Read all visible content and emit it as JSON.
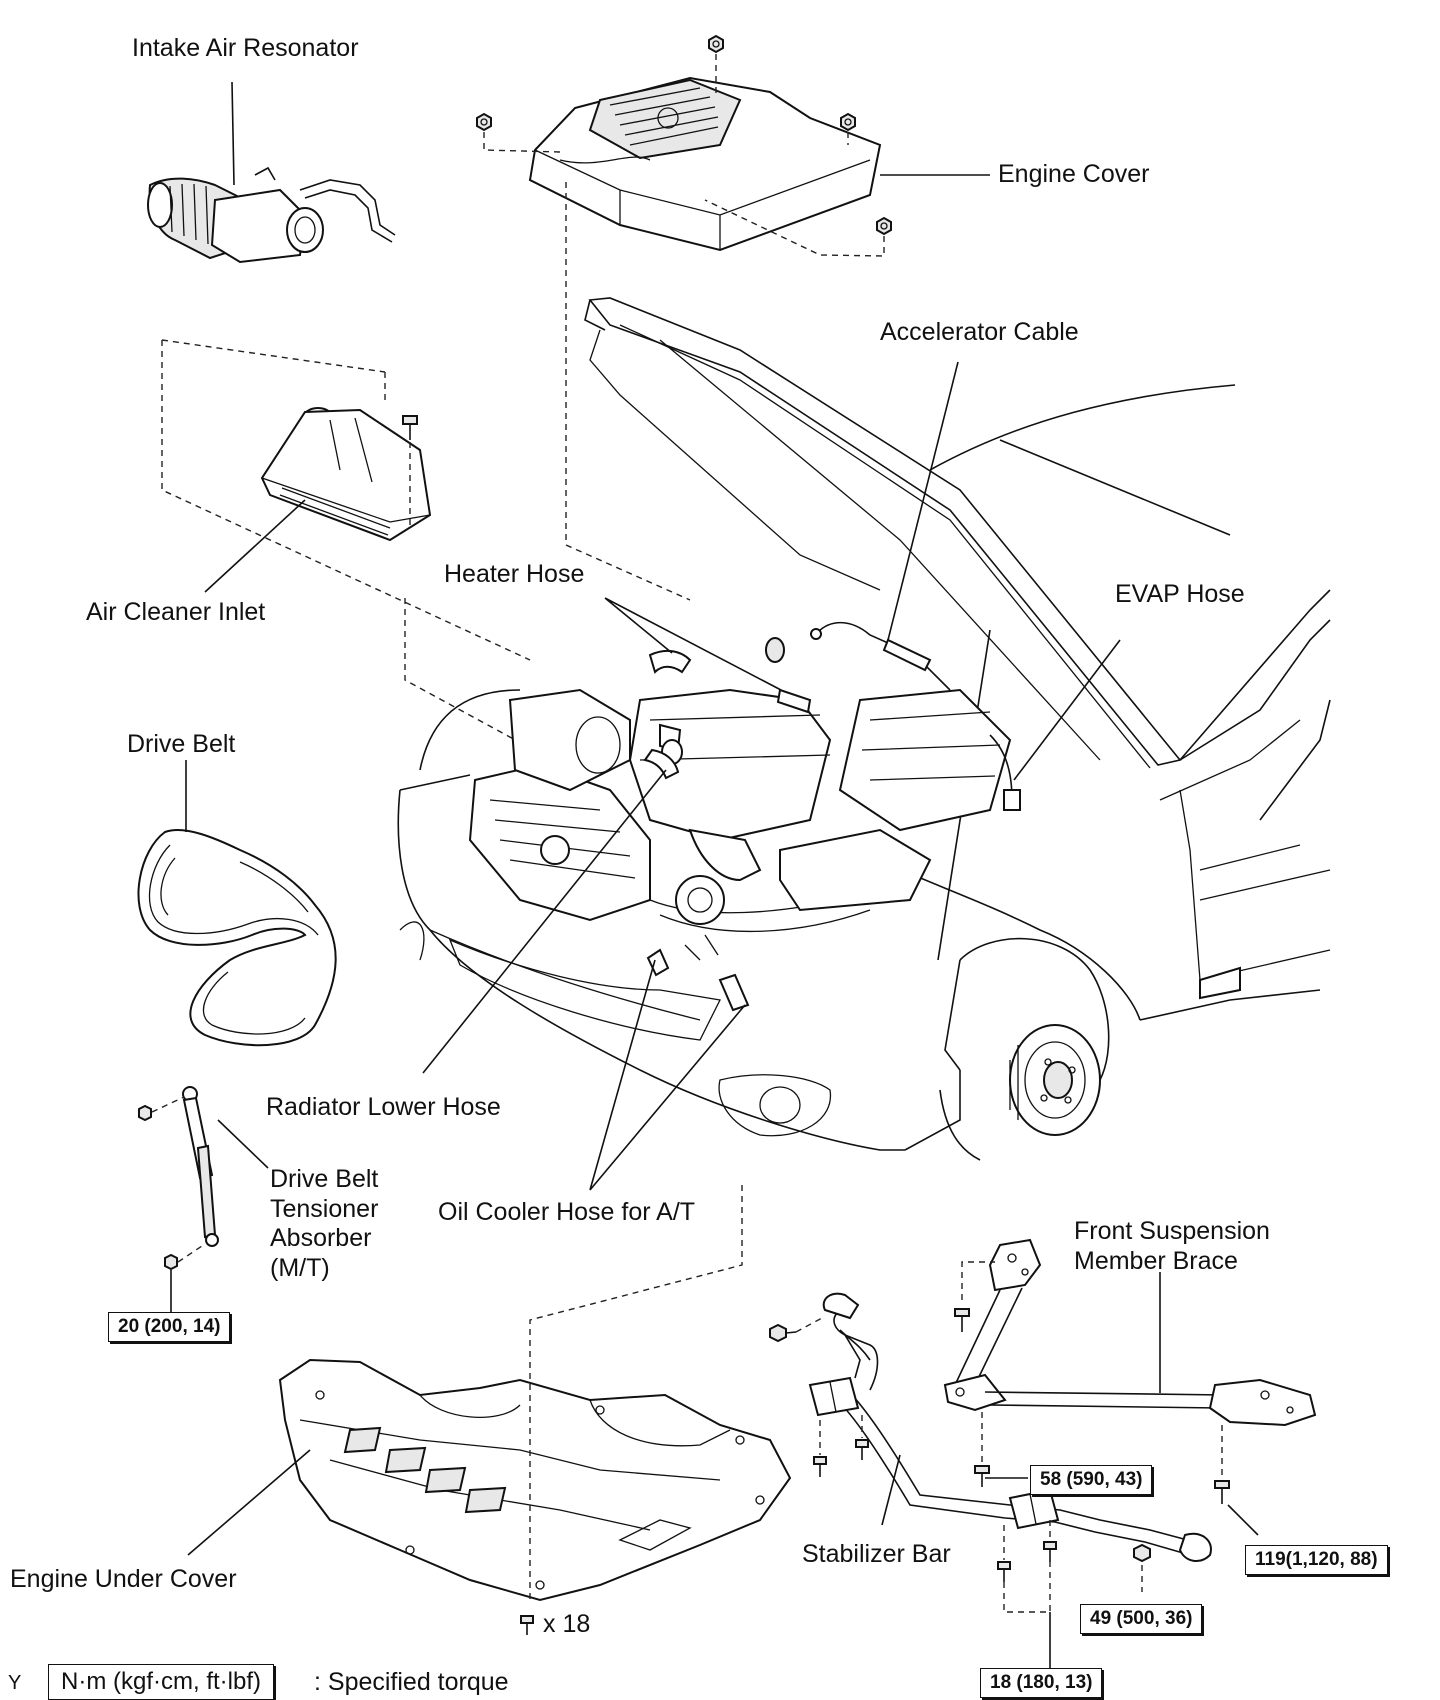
{
  "labels": {
    "intake_air_resonator": "Intake Air Resonator",
    "engine_cover": "Engine Cover",
    "accelerator_cable": "Accelerator Cable",
    "air_cleaner_inlet": "Air Cleaner Inlet",
    "heater_hose": "Heater Hose",
    "evap_hose": "EVAP Hose",
    "drive_belt": "Drive Belt",
    "radiator_lower_hose": "Radiator Lower Hose",
    "drive_belt_tensioner_absorber": "Drive  Belt\nTensioner\nAbsorber\n(M/T)",
    "oil_cooler_hose": "Oil Cooler Hose for A/T",
    "front_suspension_member_brace": "Front  Suspension\nMember Brace",
    "engine_under_cover": "Engine Under Cover",
    "stabilizer_bar": "Stabilizer Bar",
    "bolt_count": "x 18"
  },
  "torques": {
    "t20": "20 (200, 14)",
    "t58": "58 (590, 43)",
    "t119": "119(1,120, 88)",
    "t49": "49 (500, 36)",
    "t18": "18 (180, 13)"
  },
  "legend": {
    "marker": "Y",
    "unit": "N·m (kgf·cm, ft·lbf)",
    "description": ": Specified torque"
  },
  "icons": [
    "bolt-icon",
    "nut-icon"
  ]
}
